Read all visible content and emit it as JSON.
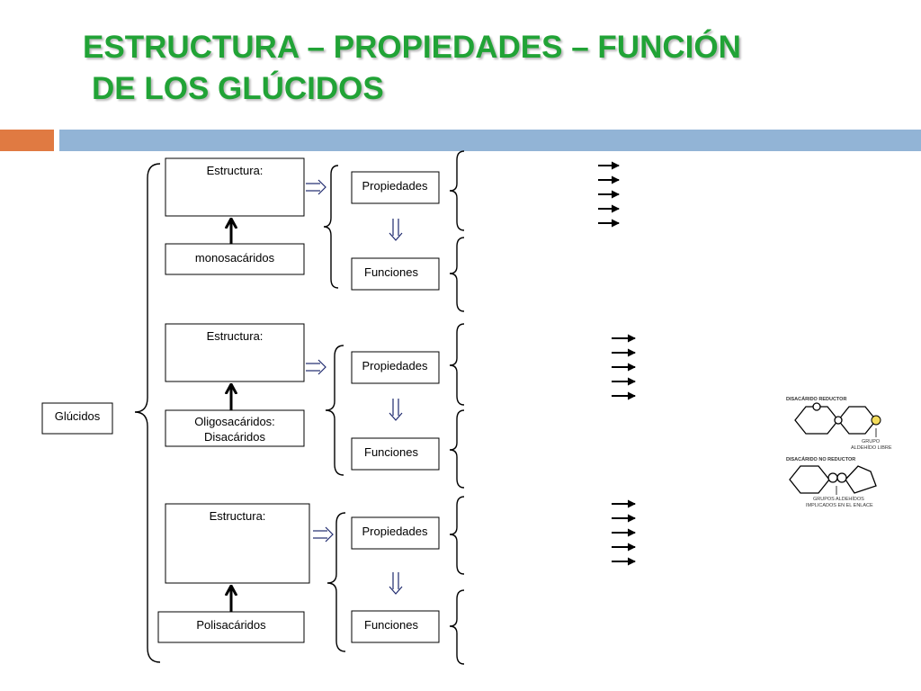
{
  "title": {
    "line1": "ESTRUCTURA – PROPIEDADES – FUNCIÓN",
    "line2": "DE LOS GLÚCIDOS"
  },
  "accent_colors": {
    "title_green": "#21a336",
    "bar_orange": "#e07a42",
    "bar_blue": "#92b4d6"
  },
  "root": {
    "label": "Glúcidos"
  },
  "groups": [
    {
      "structure_label": "Estructura:",
      "type_label": "monosacáridos",
      "properties_label": "Propiedades",
      "functions_label": "Funciones"
    },
    {
      "structure_label": "Estructura:",
      "type_label_line1": "Oligosacáridos:",
      "type_label_line2": "Disacáridos",
      "properties_label": "Propiedades",
      "functions_label": "Funciones"
    },
    {
      "structure_label": "Estructura:",
      "type_label": "Polisacáridos",
      "properties_label": "Propiedades",
      "functions_label": "Funciones"
    }
  ],
  "disaccharide_figure": {
    "reducing_title": "DISACÁRIDO REDUCTOR",
    "reducing_note_line1": "GRUPO",
    "reducing_note_line2": "ALDEHÍDO LIBRE",
    "nonreducing_title": "DISACÁRIDO NO REDUCTOR",
    "nonreducing_note_line1": "GRUPOS ALDEHÍDOS",
    "nonreducing_note_line2": "IMPLICADOS EN EL ENLACE",
    "free_group_color": "#f3dc5c"
  }
}
